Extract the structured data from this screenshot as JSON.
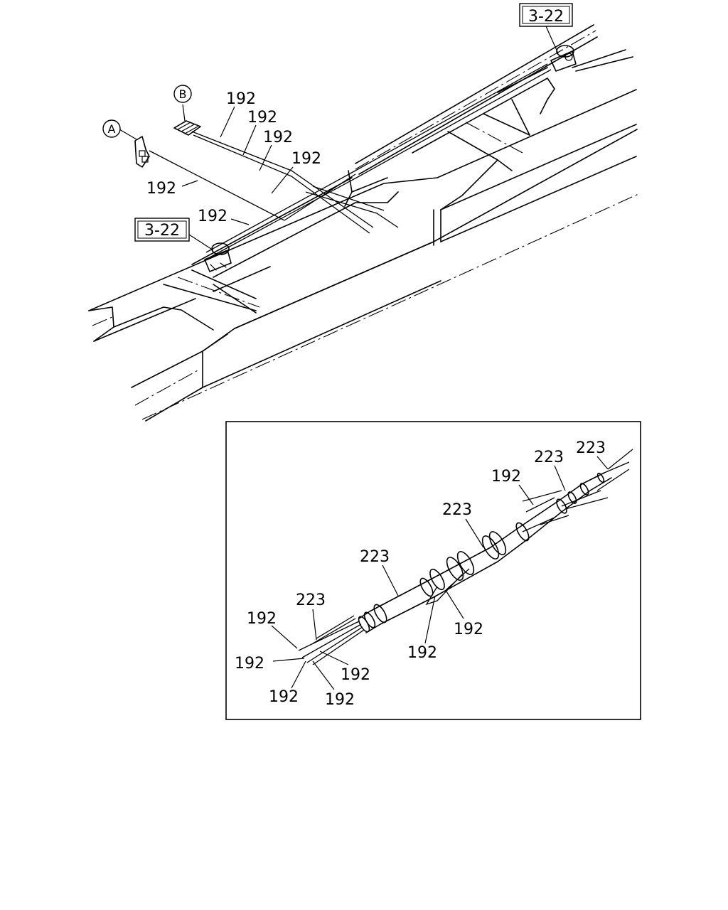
{
  "diagram": {
    "ref_boxes": [
      {
        "text": "3-22"
      },
      {
        "text": "3-22"
      }
    ],
    "circled_refs": [
      {
        "letter": "B"
      },
      {
        "letter": "A"
      }
    ],
    "top_labels": [
      {
        "text": "192"
      },
      {
        "text": "192"
      },
      {
        "text": "192"
      },
      {
        "text": "192"
      },
      {
        "text": "192"
      },
      {
        "text": "192"
      }
    ],
    "detail_labels": [
      {
        "text": "223"
      },
      {
        "text": "223"
      },
      {
        "text": "192"
      },
      {
        "text": "223"
      },
      {
        "text": "223"
      },
      {
        "text": "223"
      },
      {
        "text": "192"
      },
      {
        "text": "192"
      },
      {
        "text": "192"
      },
      {
        "text": "192"
      },
      {
        "text": "192"
      },
      {
        "text": "192"
      },
      {
        "text": "192"
      }
    ]
  }
}
